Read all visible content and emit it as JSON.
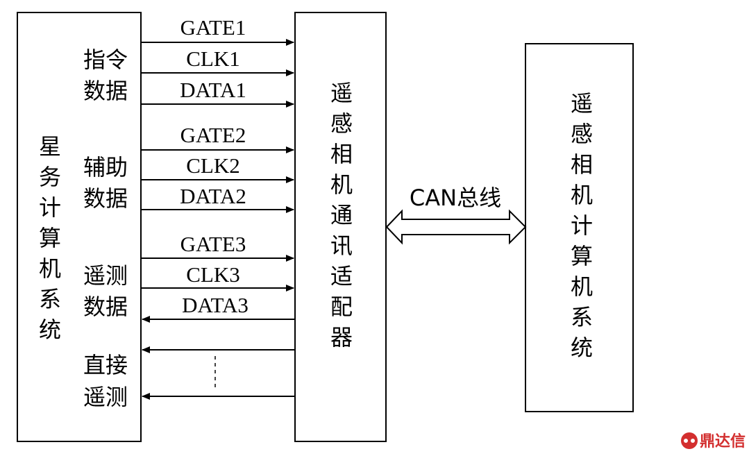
{
  "blocks": {
    "satellite": "星务计算机系统",
    "adapter": "遥感相机通讯适配器",
    "camera": "遥感相机计算机系统"
  },
  "groups": [
    {
      "label_line1": "指令",
      "label_line2": "数据",
      "signals": [
        "GATE1",
        "CLK1",
        "DATA1"
      ]
    },
    {
      "label_line1": "辅助",
      "label_line2": "数据",
      "signals": [
        "GATE2",
        "CLK2",
        "DATA2"
      ]
    },
    {
      "label_line1": "遥测",
      "label_line2": "数据",
      "signals": [
        "GATE3",
        "CLK3",
        "DATA3"
      ]
    },
    {
      "label_line1": "直接",
      "label_line2": "遥测"
    }
  ],
  "bus": {
    "label": "CAN总线"
  },
  "watermark": {
    "text": "鼎达信",
    "color": "#d32f2f"
  }
}
